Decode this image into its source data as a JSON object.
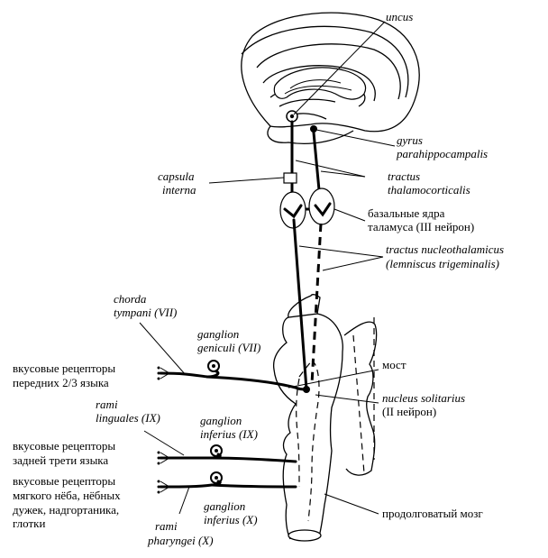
{
  "labels": {
    "uncus": "uncus",
    "gyrus_1": "gyrus",
    "gyrus_2": "parahippocampalis",
    "tract_thal_1": "tractus",
    "tract_thal_2": "thalamocorticalis",
    "capsula_1": "capsula",
    "capsula_2": "interna",
    "basal_1": "базальные ядра",
    "basal_2": "таламуса (III нейрон)",
    "nucl_1": "tractus nucleothalamicus",
    "nucl_2": "(lemniscus trigeminalis)",
    "chorda_1": "chorda",
    "chorda_2": "tympani (VII)",
    "gg_1": "ganglion",
    "gg_2": "geniculi (VII)",
    "rec1_1": "вкусовые рецепторы",
    "rec1_2": "передних 2/3 языка",
    "most": "мост",
    "solit_1": "nucleus solitarius",
    "solit_2": "(II нейрон)",
    "rami_l_1": "rami",
    "rami_l_2": "linguales (IX)",
    "gi9_1": "ganglion",
    "gi9_2": "inferius (IX)",
    "rec2_1": "вкусовые рецепторы",
    "rec2_2": "задней трети языка",
    "rec3_1": "вкусовые рецепторы",
    "rec3_2": "мягкого нёба, нёбных",
    "rec3_3": "дужек, надгортаника,",
    "rec3_4": "глотки",
    "gi10_1": "ganglion",
    "gi10_2": "inferius (X)",
    "rami_p_1": "rami",
    "rami_p_2": "pharyngei (X)",
    "medulla": "продолговатый мозг"
  }
}
